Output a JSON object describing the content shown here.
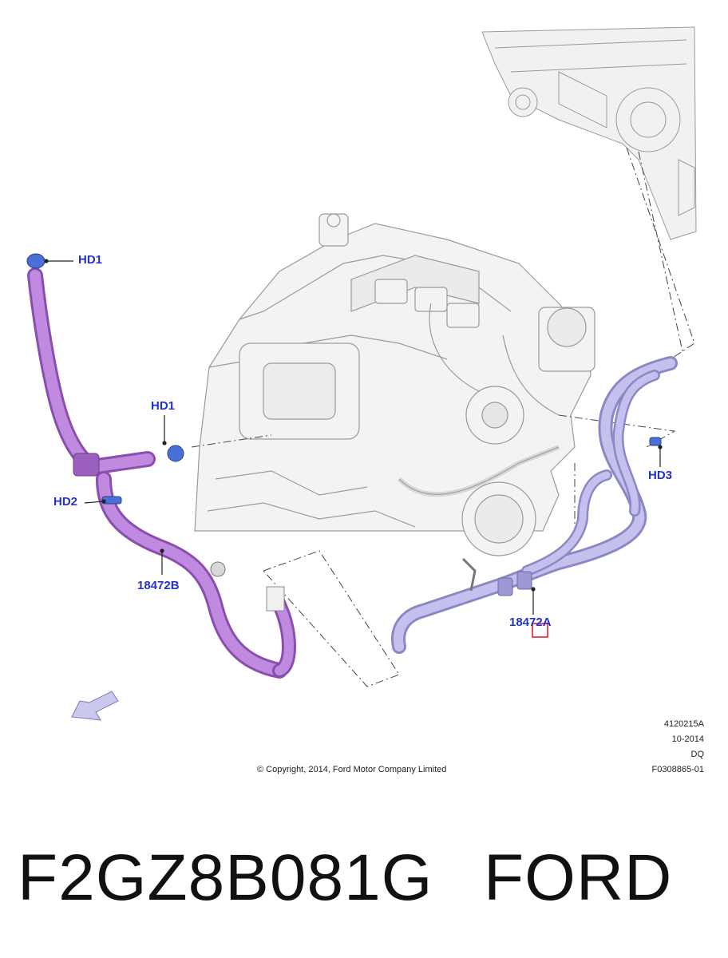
{
  "diagram": {
    "callouts": {
      "hd1_top": "HD1",
      "hd1_mid": "HD1",
      "hd2": "HD2",
      "hd3": "HD3",
      "hose_b": "18472B",
      "hose_a": "18472A"
    },
    "colors": {
      "callout_text": "#2432c8",
      "hose_b": "#b47ad6",
      "hose_b_shade": "#8a4fae",
      "hose_a": "#b9b6e6",
      "hose_a_shade": "#8c88c4",
      "clamp": "#4a6fd8",
      "engine_line": "#9a9a9a",
      "engine_fill": "#f2f2f2",
      "highlight_box": "#e0141e"
    }
  },
  "meta": {
    "illustration_code": "4120215A",
    "date": "10-2014",
    "code_dq": "DQ",
    "figure_code": "F0308865-01",
    "copyright": "© Copyright, 2014, Ford Motor Company Limited"
  },
  "product": {
    "part_number": "F2GZ8B081G",
    "brand": "FORD"
  }
}
